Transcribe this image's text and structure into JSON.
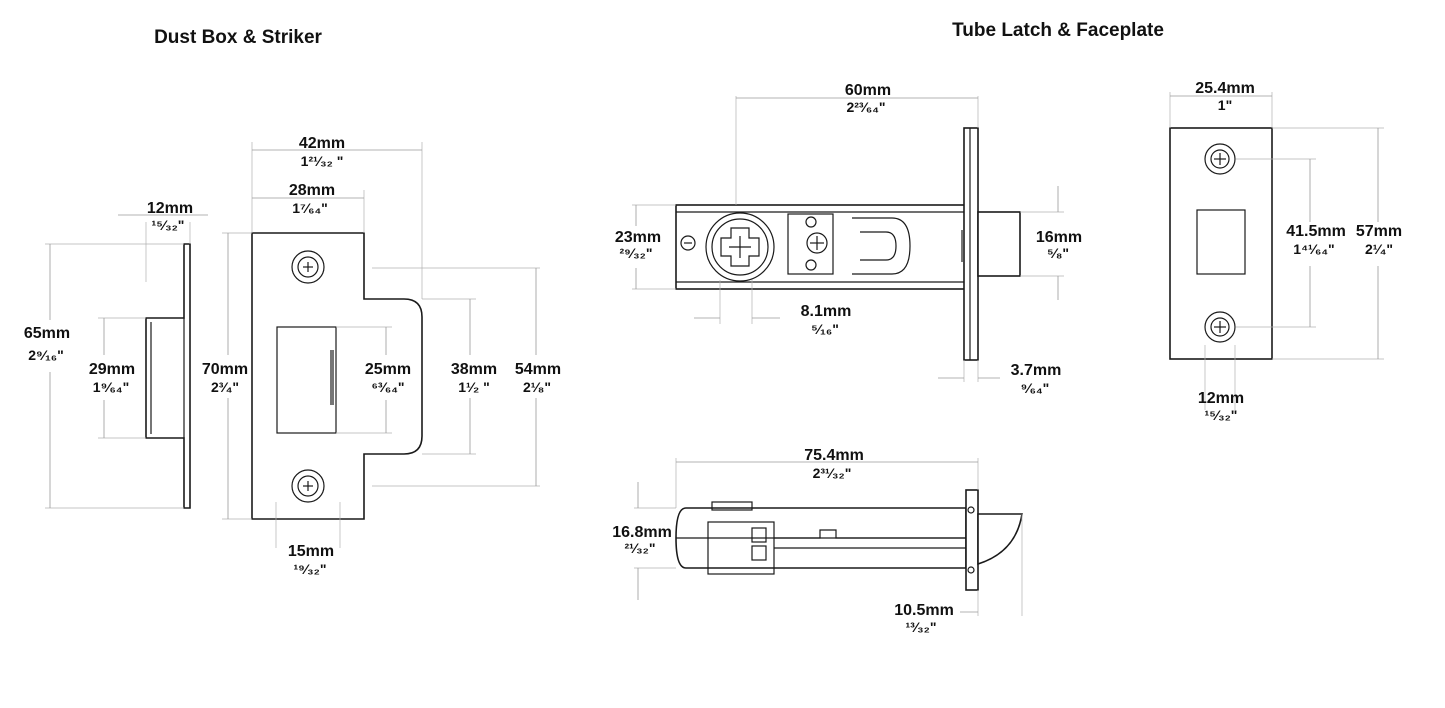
{
  "titles": {
    "dust_box": "Dust Box & Striker",
    "tube_latch": "Tube Latch & Faceplate"
  },
  "dimensions": {
    "box_width": {
      "mm": "12mm",
      "inch": "¹⁵⁄₃₂\""
    },
    "box_outer_height": {
      "mm": "65mm",
      "inch": "2⁹⁄₁₆\""
    },
    "box_inner_height": {
      "mm": "29mm",
      "inch": "1⁹⁄₆₄\""
    },
    "striker_width": {
      "mm": "42mm",
      "inch": "1²¹⁄₃₂ \""
    },
    "striker_plate_width": {
      "mm": "28mm",
      "inch": "1⁷⁄₆₄\""
    },
    "striker_height": {
      "mm": "70mm",
      "inch": "2³⁄₄\""
    },
    "striker_opening": {
      "mm": "25mm",
      "inch": "⁶³⁄₆₄\""
    },
    "striker_lip": {
      "mm": "38mm",
      "inch": "1¹⁄₂ \""
    },
    "striker_overall": {
      "mm": "54mm",
      "inch": "2¹⁄₈\""
    },
    "striker_hole_offset": {
      "mm": "15mm",
      "inch": "¹⁹⁄₃₂\""
    },
    "latch_backset": {
      "mm": "60mm",
      "inch": "2²³⁄₆₄\""
    },
    "latch_body_height": {
      "mm": "23mm",
      "inch": "²⁹⁄₃₂\""
    },
    "latch_spindle": {
      "mm": "8.1mm",
      "inch": "⁵⁄₁₆\""
    },
    "latch_bolt": {
      "mm": "16mm",
      "inch": "⁵⁄₈\""
    },
    "latch_faceplate_thickness": {
      "mm": "3.7mm",
      "inch": "⁹⁄₆₄\""
    },
    "faceplate_width": {
      "mm": "25.4mm",
      "inch": "1\""
    },
    "faceplate_holes": {
      "mm": "41.5mm",
      "inch": "1⁴¹⁄₆₄\""
    },
    "faceplate_height": {
      "mm": "57mm",
      "inch": "2¹⁄₄\""
    },
    "faceplate_hole_offset": {
      "mm": "12mm",
      "inch": "¹⁵⁄₃₂\""
    },
    "latch_length": {
      "mm": "75.4mm",
      "inch": "2³¹⁄₃₂\""
    },
    "latch_tube_dia": {
      "mm": "16.8mm",
      "inch": "²¹⁄₃₂\""
    },
    "latch_bolt_projection": {
      "mm": "10.5mm",
      "inch": "¹³⁄₃₂\""
    }
  }
}
